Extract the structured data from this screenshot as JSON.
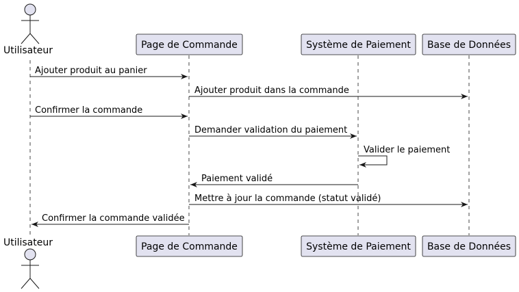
{
  "colors": {
    "box_fill": "#e2e2f0",
    "box_stroke": "#181818",
    "arrow": "#181818",
    "lifeline": "#181818",
    "text": "#000000"
  },
  "participants": [
    {
      "id": "user",
      "kind": "actor",
      "label": "Utilisateur"
    },
    {
      "id": "page",
      "kind": "participant",
      "label": "Page de Commande"
    },
    {
      "id": "pay",
      "kind": "participant",
      "label": "Système de Paiement"
    },
    {
      "id": "db",
      "kind": "participant",
      "label": "Base de Données"
    }
  ],
  "messages": [
    {
      "from": "user",
      "to": "page",
      "label": "Ajouter produit au panier"
    },
    {
      "from": "page",
      "to": "db",
      "label": "Ajouter produit dans la commande"
    },
    {
      "from": "user",
      "to": "page",
      "label": "Confirmer la commande"
    },
    {
      "from": "page",
      "to": "pay",
      "label": "Demander validation du paiement"
    },
    {
      "from": "pay",
      "to": "pay",
      "label": "Valider le paiement"
    },
    {
      "from": "pay",
      "to": "page",
      "label": "Paiement validé"
    },
    {
      "from": "page",
      "to": "db",
      "label": "Mettre à jour la commande (statut validé)"
    },
    {
      "from": "page",
      "to": "user",
      "label": "Confirmer la commande validée"
    }
  ]
}
